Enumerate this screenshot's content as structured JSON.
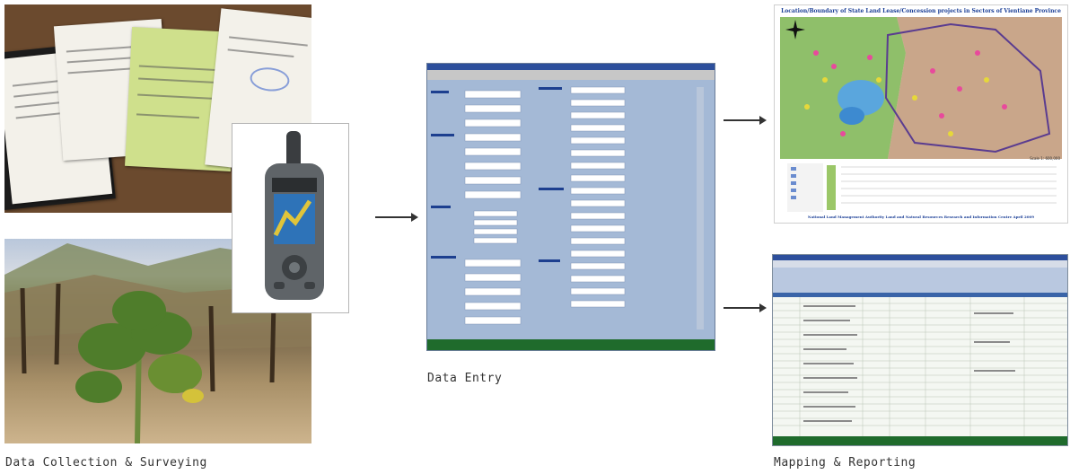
{
  "captions": {
    "collection": "Data Collection & Surveying",
    "entry": "Data Entry",
    "mapping": "Mapping & Reporting"
  },
  "map": {
    "title": "Location/Boundary of State Land Lease/Concession projects in Sectors of Vientiane Province",
    "footer": "National Land Management Authority  Land and Natural Resources Research and Information Centre  April 2009",
    "scale": "Scale 1: 600,000"
  },
  "icons": [
    "arrow-right-icon",
    "compass-rose-icon"
  ],
  "colors": {
    "form_bg": "#a4b9d6",
    "sheet_header": "#3a64a8",
    "taskbar": "#1f6b2c"
  }
}
